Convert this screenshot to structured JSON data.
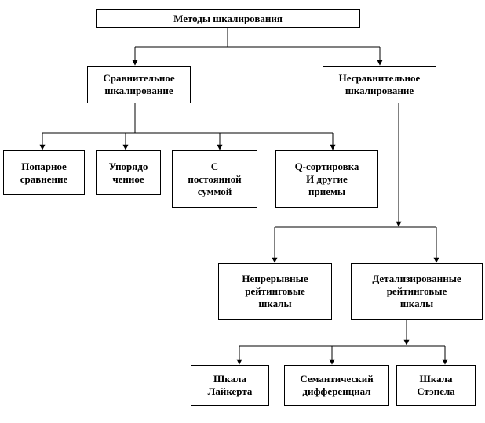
{
  "diagram": {
    "root": "Методы шкалирования",
    "comparative": "Сравнительное\nшкалирование",
    "noncomparative": "Несравнительное\nшкалирование",
    "paired": "Попарное\nсравнение",
    "ordering": "Упорядо\nченное",
    "constant_sum": "С\nпостоянной\nсуммой",
    "qsort": "Q-сортировка\nИ другие\nприемы",
    "continuous": "Непрерывные\nрейтинговые\nшкалы",
    "itemized": "Детализированные\nрейтинговые\nшкалы",
    "likert": "Шкала\nЛайкерта",
    "semantic": "Семантический\nдифференциал",
    "stapel": "Шкала\nСтэпела"
  }
}
